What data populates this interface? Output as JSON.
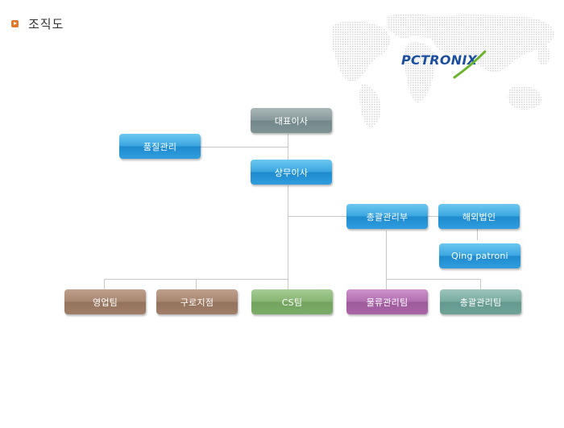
{
  "page": {
    "title": "조직도"
  },
  "logo": {
    "text": "PCTRONIX"
  },
  "org": {
    "ceo": "대표이사",
    "quality": "품질관리",
    "managing_director": "상무이사",
    "general_management": "총괄관리부",
    "overseas": "해외법인",
    "qing": "Qing patroni",
    "sales": "영업팀",
    "guro": "구로지점",
    "cs": "CS팀",
    "logistics": "물류관리팀",
    "general_team": "총괄관리팀"
  },
  "colors": {
    "accent_bullet": "#e0782a",
    "logo_blue": "#1c4fa0",
    "logo_green": "#6ab42d",
    "box_blue": "#3ba6e0",
    "box_gray": "#889a9c",
    "box_brown": "#a88771",
    "box_green": "#87b573",
    "box_purple": "#b26fb1",
    "box_teal": "#79aca2",
    "connector": "#c8c8c8"
  }
}
